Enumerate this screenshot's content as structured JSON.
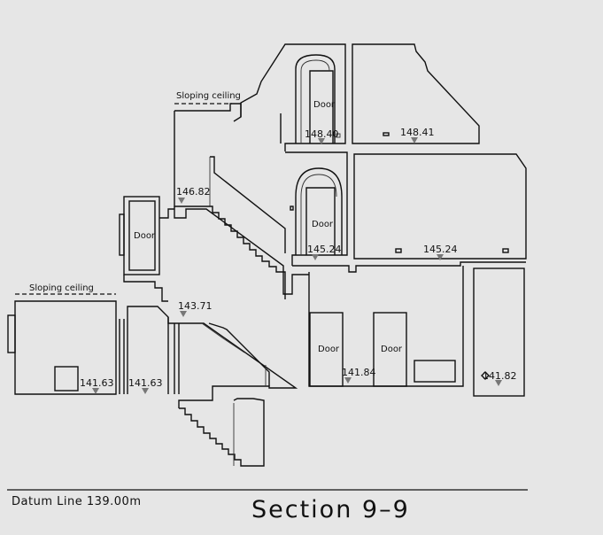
{
  "drawing": {
    "title": "Section 9–9",
    "datum": "Datum Line  139.00m"
  },
  "labels": {
    "sloping_ceiling_upper": "Sloping ceiling",
    "sloping_ceiling_lower": "Sloping ceiling",
    "doors": [
      "Door",
      "Door",
      "Door",
      "Door",
      "Door"
    ]
  },
  "levels": [
    "148.40",
    "148.41",
    "146.82",
    "145.24",
    "145.24",
    "143.71",
    "141.63",
    "141.63",
    "141.84",
    "141.82"
  ],
  "colors": {
    "background": "#e6e6e6",
    "line": "#111111",
    "marker": "#777777"
  }
}
